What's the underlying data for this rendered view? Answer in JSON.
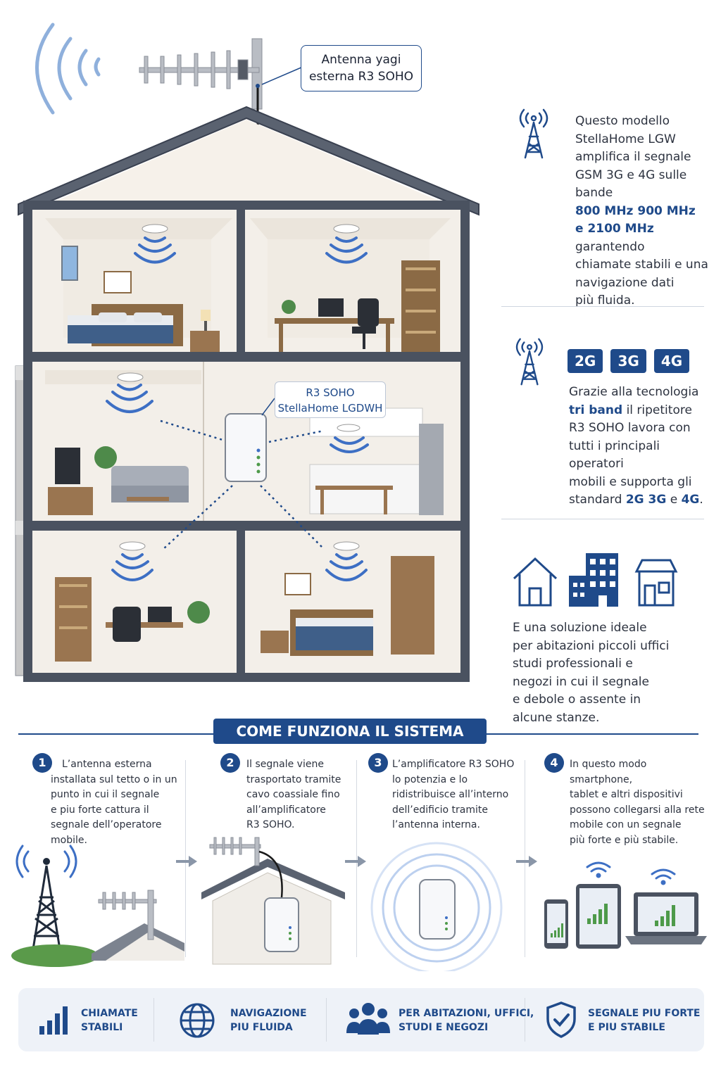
{
  "callouts": {
    "antenna_line1": "Antenna yagi",
    "antenna_line2": "esterna R3 SOHO",
    "device_line1": "R3 SOHO",
    "device_line2": "StellaHome LGDWH"
  },
  "info1": {
    "lines": [
      "Questo modello",
      "StellaHome LGW",
      "amplifica il segnale",
      "GSM 3G e 4G sulle bande"
    ],
    "band_line1": "800 MHz  900 MHz",
    "band_line2_hl": "e 2100 MHz",
    "band_line2_rest": " garantendo",
    "tail": [
      "chiamate stabili e una",
      "navigazione dati",
      "più fluida."
    ]
  },
  "info2": {
    "badges": [
      "2G",
      "3G",
      "4G"
    ],
    "line1": "Grazie alla tecnologia",
    "line2_hl": "tri band",
    "line2_rest": " il ripetitore",
    "line3": "R3 SOHO lavora con",
    "line4": "tutti i principali operatori",
    "line5": "mobili e supporta gli",
    "line6_pre": "standard ",
    "line6_hl": "2G 3G",
    "line6_mid": " e ",
    "line6_hl2": "4G",
    "line6_end": "."
  },
  "info3": {
    "lines": [
      "E una soluzione ideale",
      "per abitazioni piccoli uffici",
      "studi professionali e",
      "negozi in cui il segnale",
      "e debole o assente in",
      "alcune stanze."
    ]
  },
  "section_title": "COME FUNZIONA IL SISTEMA",
  "steps": [
    {
      "num": "1",
      "lines": [
        "L’antenna esterna",
        "installata sul tetto o in un",
        "punto in cui il segnale",
        "e piu forte cattura il",
        "segnale dell’operatore",
        "mobile."
      ]
    },
    {
      "num": "2",
      "lines": [
        "Il segnale viene",
        "trasportato tramite",
        "cavo coassiale fino",
        "all’amplificatore",
        "R3 SOHO."
      ]
    },
    {
      "num": "3",
      "lines": [
        "L’amplificatore R3 SOHO",
        "lo potenzia e lo",
        "ridistribuisce all’interno",
        "dell’edificio tramite",
        "l’antenna interna."
      ]
    },
    {
      "num": "4",
      "lines": [
        "In questo modo smartphone,",
        "tablet e altri dispositivi",
        "possono collegarsi alla rete",
        "mobile con un segnale",
        "più forte e più stabile."
      ]
    }
  ],
  "features": [
    {
      "icon": "signal-bars-icon",
      "line1": "CHIAMATE",
      "line2": "STABILI"
    },
    {
      "icon": "globe-icon",
      "line1": "NAVIGAZIONE",
      "line2": "PIU FLUIDA"
    },
    {
      "icon": "people-icon",
      "line1": "PER ABITAZIONI, UFFICI,",
      "line2": "STUDI E NEGOZI"
    },
    {
      "icon": "shield-check-icon",
      "line1": "SEGNALE PIU FORTE",
      "line2": "E PIU STABILE"
    }
  ],
  "colors": {
    "brand": "#1f4a8a",
    "wave": "#3d6fc4",
    "wall": "#4a5260",
    "room": "#f3efe9"
  }
}
